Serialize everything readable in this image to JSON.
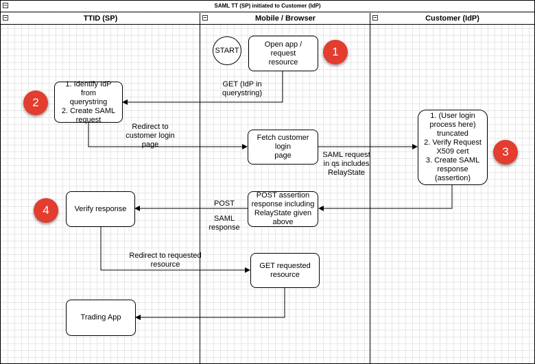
{
  "title": "SAML TT (SP) initiated to Customer (IdP)",
  "lanes": [
    "TTID (SP)",
    "Mobile / Browser",
    "Customer (IdP)"
  ],
  "start": "START",
  "nodes": {
    "open_app": [
      "Open app / request",
      "resource"
    ],
    "identify_idp": [
      "1. Identify IdP from",
      "querystring",
      "2. Create SAML",
      "request"
    ],
    "fetch_login": [
      "Fetch customer login",
      "page"
    ],
    "user_login": [
      "1. (User login",
      "process here)",
      "truncated",
      "2. Verify Request",
      "X509 cert",
      "3. Create SAML",
      "response (assertion)"
    ],
    "post_assertion": [
      "POST assertion",
      "response including",
      "RelayState given",
      "above"
    ],
    "verify_response": [
      "Verify response"
    ],
    "get_resource": [
      "GET requested",
      "resource"
    ],
    "trading_app": [
      "Trading App"
    ]
  },
  "edge_labels": {
    "get_idp": [
      "GET (IdP in",
      "querystring)"
    ],
    "redirect_login": [
      "Redirect to",
      "customer login",
      "page"
    ],
    "saml_request": [
      "SAML request",
      "in qs includes",
      "RelayState"
    ],
    "post": [
      "POST"
    ],
    "saml_response": [
      "SAML",
      "response"
    ],
    "redirect_resource": [
      "Redirect to requested",
      "resource"
    ]
  },
  "badges": [
    "1",
    "2",
    "3",
    "4"
  ],
  "colors": {
    "badge": "#e23d2f",
    "grid": "#e6e6e6",
    "line": "#000000"
  }
}
